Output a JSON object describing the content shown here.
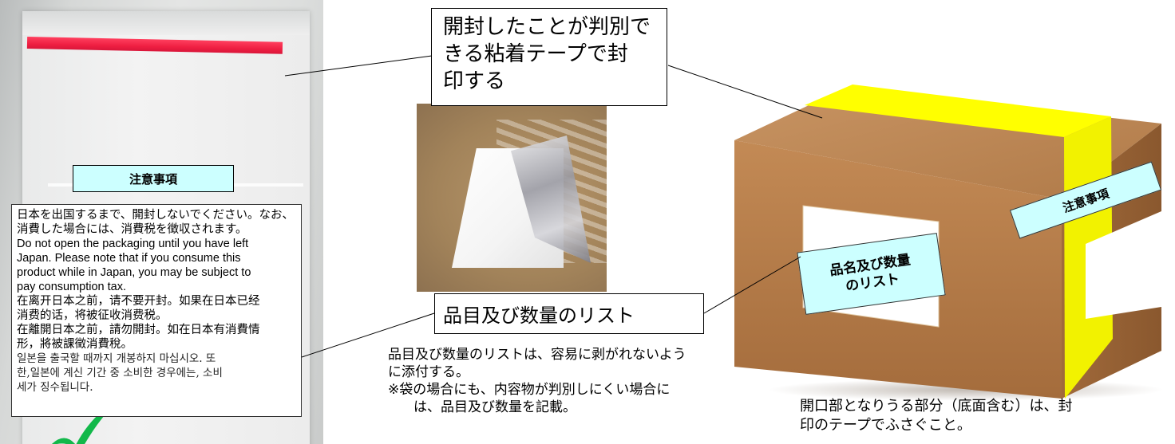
{
  "bag": {
    "label": "注意事項",
    "notice_lines": [
      "日本を出国するまで、開封しないでください。なお、",
      "消費した場合には、消費税を徴収されます。",
      "Do not open the packaging until you have left",
      "Japan. Please note that if you consume this",
      "product while in Japan, you may be subject to",
      "pay consumption tax.",
      " 在离开日本之前，请不要开封。如果在日本已经",
      "消费的话，将被征收消费税。",
      " 在離開日本之前，請勿開封。如在日本有消費情",
      "形，將被課徵消費稅。"
    ],
    "notice_korean_lines": [
      " 일본을 출국할 때까지 개봉하지 마십시오. 또",
      "한,일본에 계신 기간 중 소비한 경우에는, 소비",
      "세가 징수됩니다."
    ]
  },
  "callouts": {
    "seal_tape": "開封したことが判別で\nきる粘着テープで封\n印する",
    "item_list": "品目及び数量のリスト"
  },
  "middle_text": {
    "line1": "品目及び数量のリストは、容易に剥がれないよう",
    "line2": "に添付する。",
    "line3": "※袋の場合にも、内容物が判別しにくい場合に",
    "line4": "は、品目及び数量を記載。"
  },
  "box": {
    "list_label": "品名及び数量\nのリスト",
    "notice_label": "注意事項",
    "caption_line1": "開口部となりうる部分（底面含む）は、封",
    "caption_line2": "印のテープでふさぐこと。"
  },
  "colors": {
    "label_fill": "#ccffff",
    "seal_tape_yellow": "#ffff00",
    "bag_tape_red": "#ef1f42",
    "cardboard": "#b9814c",
    "check_green": "#12b84a"
  }
}
